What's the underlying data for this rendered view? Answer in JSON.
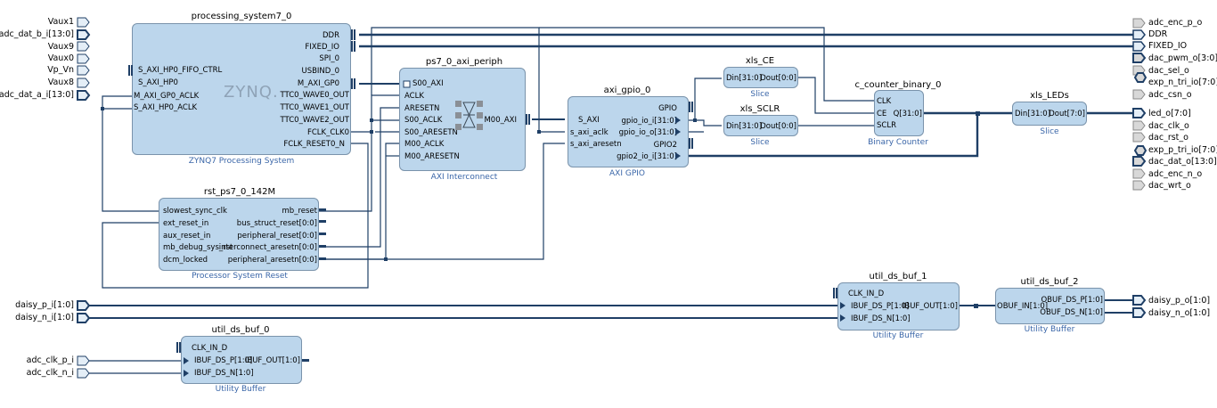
{
  "left_ports": {
    "vaux1": "Vaux1",
    "adc_dat_b_i": "adc_dat_b_i[13:0]",
    "vaux9": "Vaux9",
    "vaux0": "Vaux0",
    "vp_vn": "Vp_Vn",
    "vaux8": "Vaux8",
    "adc_dat_a_i": "adc_dat_a_i[13:0]",
    "daisy_p_i": "daisy_p_i[1:0]",
    "daisy_n_i": "daisy_n_i[1:0]",
    "adc_clk_p_i": "adc_clk_p_i",
    "adc_clk_n_i": "adc_clk_n_i"
  },
  "right_ports": {
    "adc_enc_p_o": "adc_enc_p_o",
    "ddr": "DDR",
    "fixed_io": "FIXED_IO",
    "dac_pwm_o": "dac_pwm_o[3:0]",
    "dac_sel_o": "dac_sel_o",
    "exp_n_tri_io": "exp_n_tri_io[7:0]",
    "adc_csn_o": "adc_csn_o",
    "led_o": "led_o[7:0]",
    "dac_clk_o": "dac_clk_o",
    "dac_rst_o": "dac_rst_o",
    "exp_p_tri_io": "exp_p_tri_io[7:0]",
    "dac_dat_o": "dac_dat_o[13:0]",
    "adc_enc_n_o": "adc_enc_n_o",
    "dac_wrt_o": "dac_wrt_o",
    "daisy_p_o": "daisy_p_o[1:0]",
    "daisy_n_o": "daisy_n_o[1:0]"
  },
  "ps7": {
    "name": "processing_system7_0",
    "subtitle": "ZYNQ7 Processing System",
    "logo": "ZYNQ.",
    "in": [
      "S_AXI_HP0_FIFO_CTRL",
      "S_AXI_HP0",
      "M_AXI_GP0_ACLK",
      "S_AXI_HP0_ACLK"
    ],
    "out": [
      "DDR",
      "FIXED_IO",
      "SPI_0",
      "USBIND_0",
      "M_AXI_GP0",
      "TTC0_WAVE0_OUT",
      "TTC0_WAVE1_OUT",
      "TTC0_WAVE2_OUT",
      "FCLK_CLK0",
      "FCLK_RESET0_N"
    ]
  },
  "periph": {
    "name": "ps7_0_axi_periph",
    "subtitle": "AXI Interconnect",
    "in": [
      "S00_AXI",
      "ACLK",
      "ARESETN",
      "S00_ACLK",
      "S00_ARESETN",
      "M00_ACLK",
      "M00_ARESETN"
    ],
    "out": [
      "M00_AXI"
    ]
  },
  "rst": {
    "name": "rst_ps7_0_142M",
    "subtitle": "Processor System Reset",
    "in": [
      "slowest_sync_clk",
      "ext_reset_in",
      "aux_reset_in",
      "mb_debug_sys_rst",
      "dcm_locked"
    ],
    "out": [
      "mb_reset",
      "bus_struct_reset[0:0]",
      "peripheral_reset[0:0]",
      "interconnect_aresetn[0:0]",
      "peripheral_aresetn[0:0]"
    ]
  },
  "gpio": {
    "name": "axi_gpio_0",
    "subtitle": "AXI GPIO",
    "in": [
      "S_AXI",
      "s_axi_aclk",
      "s_axi_aresetn"
    ],
    "out": [
      "GPIO",
      "gpio_io_i[31:0]",
      "gpio_io_o[31:0]",
      "GPIO2",
      "gpio2_io_i[31:0]"
    ]
  },
  "xls_ce": {
    "name": "xls_CE",
    "subtitle": "Slice",
    "in": "Din[31:0]",
    "out": "Dout[0:0]"
  },
  "xls_sclr": {
    "name": "xls_SCLR",
    "subtitle": "Slice",
    "in": "Din[31:0]",
    "out": "Dout[0:0]"
  },
  "counter": {
    "name": "c_counter_binary_0",
    "subtitle": "Binary Counter",
    "in": [
      "CLK",
      "CE",
      "SCLR"
    ],
    "out": "Q[31:0]"
  },
  "xls_leds": {
    "name": "xls_LEDs",
    "subtitle": "Slice",
    "in": "Din[31:0]",
    "out": "Dout[7:0]"
  },
  "buf1": {
    "name": "util_ds_buf_1",
    "subtitle": "Utility Buffer",
    "in": [
      "CLK_IN_D",
      "IBUF_DS_P[1:0]",
      "IBUF_DS_N[1:0]"
    ],
    "out": "IBUF_OUT[1:0]"
  },
  "buf2": {
    "name": "util_ds_buf_2",
    "subtitle": "Utility Buffer",
    "in": "OBUF_IN[1:0]",
    "out": [
      "OBUF_DS_P[1:0]",
      "OBUF_DS_N[1:0]"
    ]
  },
  "buf0": {
    "name": "util_ds_buf_0",
    "subtitle": "Utility Buffer",
    "in": [
      "CLK_IN_D",
      "IBUF_DS_P[1:0]",
      "IBUF_DS_N[1:0]"
    ],
    "out": "IBUF_OUT[1:0]"
  },
  "colors": {
    "block_fill": "#bcd6ec",
    "block_border": "#7a93ab",
    "wire": "#1f3f66",
    "subtitle": "#3a66a8"
  }
}
